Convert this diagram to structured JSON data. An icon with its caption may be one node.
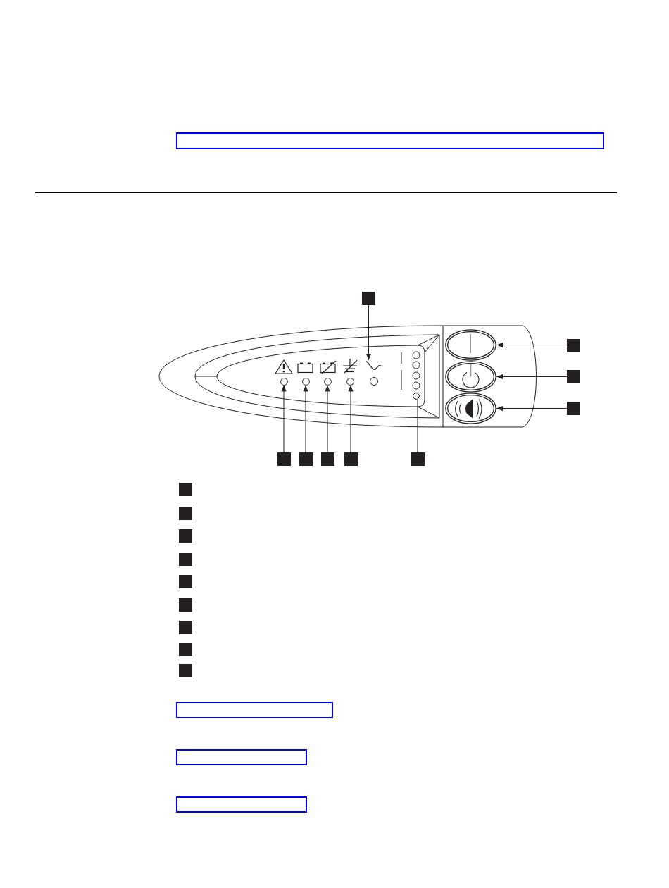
{
  "diagram": {
    "nodes": [
      {
        "text": [],
        "shape": "box"
      },
      {
        "text": [],
        "shape": "box"
      },
      {
        "text": [],
        "shape": "picture"
      },
      {
        "text": [],
        "shape": "ellipse"
      },
      {
        "text": [],
        "shape": "ellipse"
      },
      {
        "text": [],
        "shape": "ellipse"
      },
      {
        "text": [],
        "shape": "box"
      },
      {
        "text": [],
        "shape": "box"
      },
      {
        "text": [],
        "shape": "box"
      },
      {
        "text": [],
        "shape": "circle"
      },
      {
        "text": [],
        "shape": "circle"
      },
      {
        "text": [],
        "shape": "circle"
      },
      {
        "text": [],
        "shape": "circle"
      },
      {
        "text": [],
        "shape": "circle"
      },
      {
        "text": [],
        "shape": "box"
      },
      {
        "text": [],
        "shape": "box"
      },
      {
        "text": [],
        "shape": "box"
      },
      {
        "text": [],
        "shape": "box"
      },
      {
        "text": [],
        "shape": "box"
      },
      {
        "text": [],
        "shape": "box"
      },
      {
        "text": [],
        "shape": "box"
      },
      {
        "text": [],
        "shape": "box"
      },
      {
        "text": [],
        "shape": "box"
      },
      {
        "text": [],
        "shape": "box"
      },
      {
        "text": [],
        "shape": "box"
      },
      {
        "text": [],
        "shape": "box"
      },
      {
        "text": [],
        "shape": "box"
      },
      {
        "text": [],
        "shape": "box"
      },
      {
        "text": [],
        "shape": "box"
      },
      {
        "text": [],
        "shape": "box"
      },
      {
        "text": [],
        "shape": "box"
      }
    ],
    "edges": [
      {
        "from": 1,
        "to": 2,
        "arrow": "to"
      },
      {
        "from": 6,
        "to": 3,
        "arrow": "to"
      },
      {
        "from": 7,
        "to": 4,
        "arrow": "to"
      },
      {
        "from": 8,
        "to": 5,
        "arrow": "to"
      },
      {
        "from": 14,
        "to": 9,
        "arrow": "to"
      },
      {
        "from": 15,
        "to": 10,
        "arrow": "to"
      },
      {
        "from": 16,
        "to": 11,
        "arrow": "to"
      },
      {
        "from": 17,
        "to": 12,
        "arrow": "to"
      },
      {
        "from": 18,
        "to": 13,
        "arrow": "none"
      }
    ]
  }
}
